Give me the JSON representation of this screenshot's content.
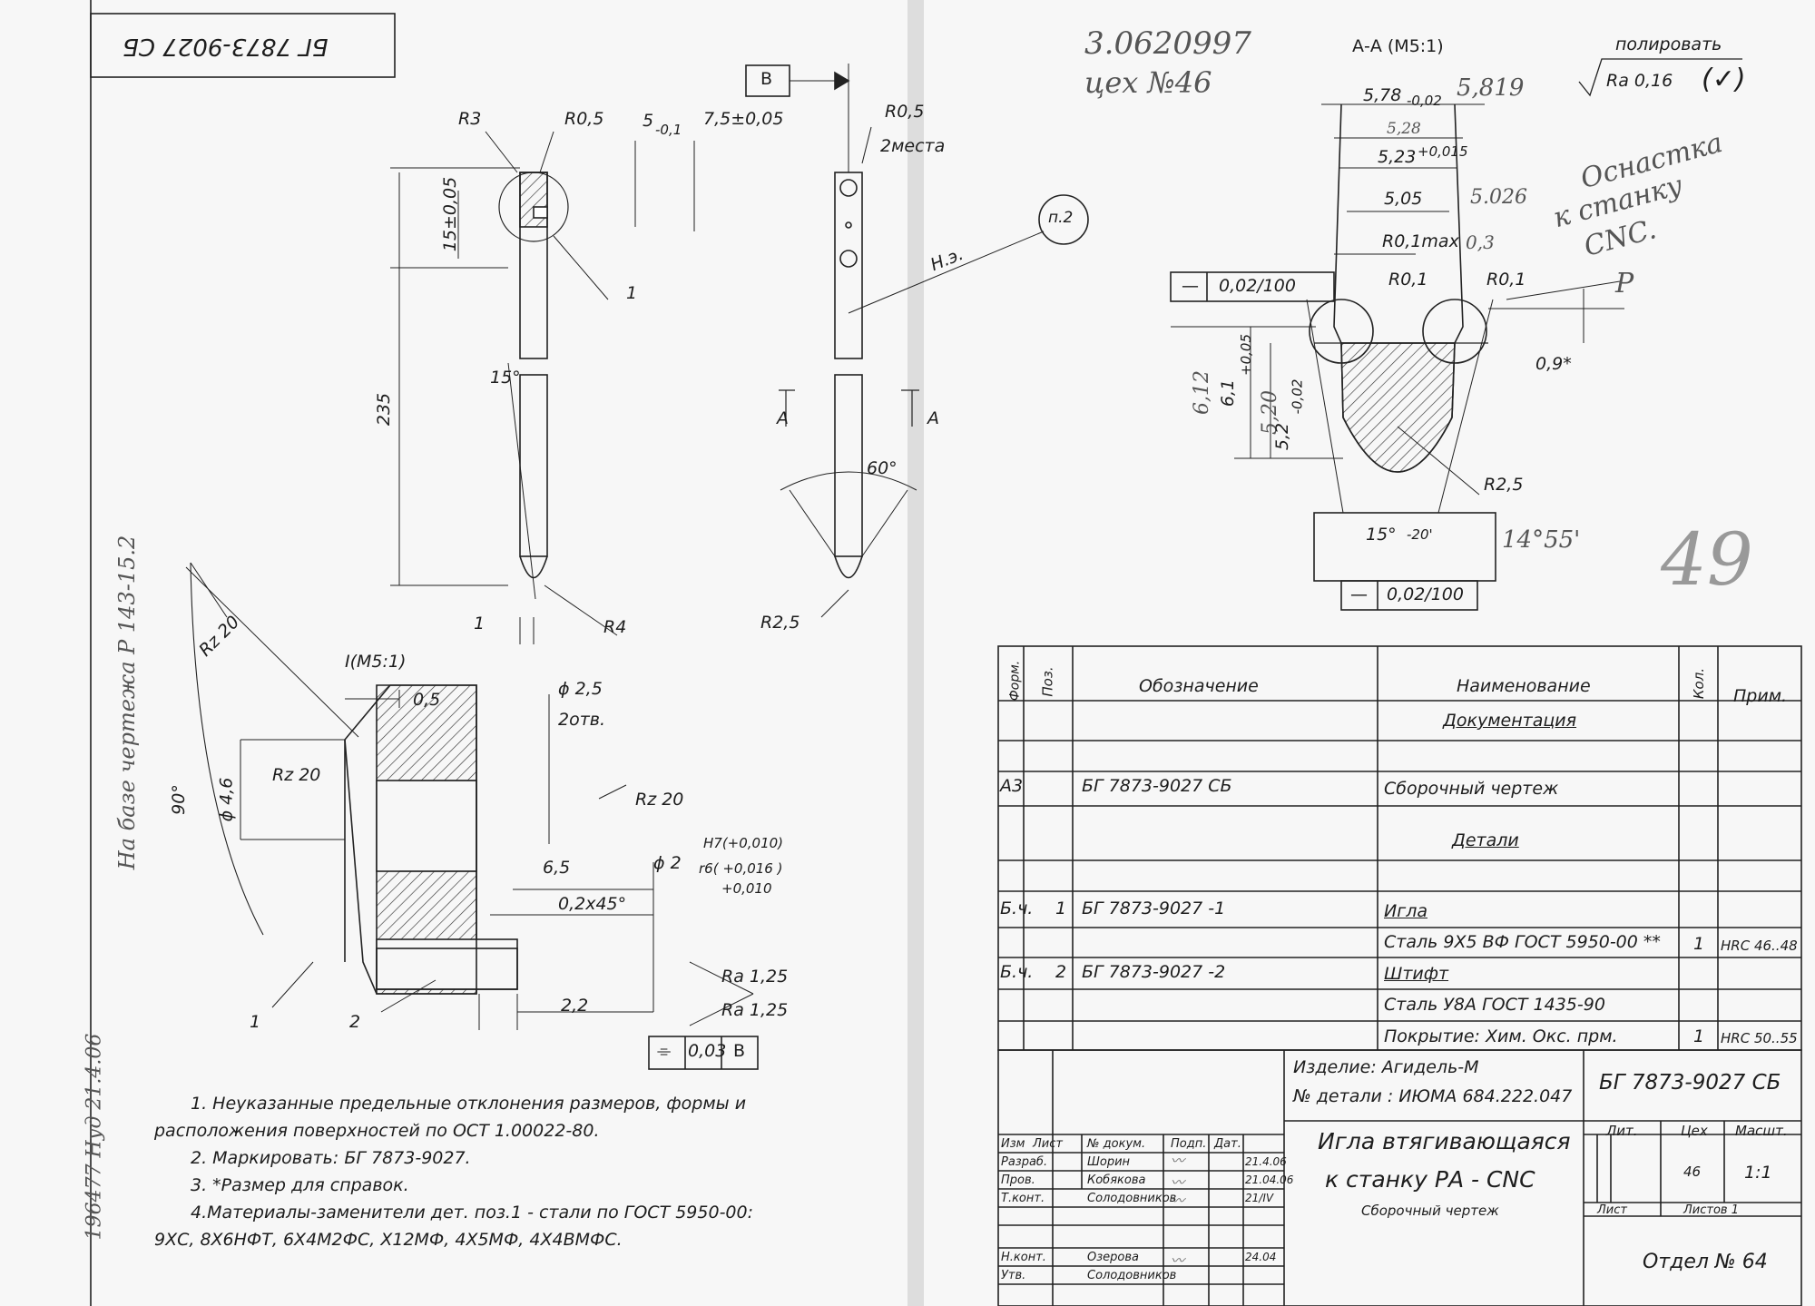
{
  "left_sheet": {
    "stamp_rotated": "БГ 7873-9027 СБ",
    "side_note": "На базе чертежа Р 143-15.2",
    "inv_number": "196477 Нуд 21.4.06",
    "main_view": {
      "r3": "R3",
      "r05": "R0,5",
      "dim_5": "5",
      "dim_5_tol": "-0,1",
      "dim_75": "7,5±0,05",
      "dim_15": "15±0,05",
      "dim_235": "235",
      "angle_15": "15°",
      "dim_1": "1",
      "r4": "R4",
      "leader_1": "1"
    },
    "side_view": {
      "datum_b": "В",
      "r05": "R0,5",
      "places": "2места",
      "n_e": "Н.э.",
      "note_ref": "п.2",
      "section_a": "А",
      "angle_60": "60°",
      "r25": "R2,5"
    },
    "detail_i": {
      "title": "I(M5:1)",
      "rz20_top": "Rz 20",
      "dim_05": "0,5",
      "dia_25": "ϕ 2,5",
      "holes": "2отв.",
      "rz20_left": "Rz 20",
      "rz20_right": "Rz 20",
      "angle_90": "90°",
      "dia_46": "ϕ 4,6",
      "dia_2": "ϕ 2",
      "fit_h7": "H7(+0,010)",
      "fit_r6": "r6( +0,016 )",
      "fit_r6_low": "+0,010",
      "dim_65": "6,5",
      "chamfer": "0,2x45°",
      "dim_22": "2,2",
      "ra_1": "Ra 1,25",
      "ra_2": "Ra 1,25",
      "tol_sym": "⌯",
      "tol_val": "0,03",
      "tol_datum": "В",
      "pos1": "1",
      "pos2": "2"
    },
    "notes": [
      "1. Неуказанные предельные отклонения размеров, формы и",
      "расположения поверхностей по ОСТ 1.00022-80.",
      "2. Маркировать: БГ 7873-9027.",
      "3. *Размер для справок.",
      "4.Материалы-заменители дет. поз.1 - стали по ГОСТ 5950-00:",
      "9ХС, 8Х6НФТ, 6Х4М2ФС, Х12МФ, 4Х5МФ, 4Х4ВМФС."
    ]
  },
  "right_sheet": {
    "handwritten_code": "3.0620997",
    "handwritten_shop": "цех №46",
    "section_title": "А-А (М5:1)",
    "polish": "полировать",
    "ra_polish": "Ra 0,16",
    "ra_check": "(✓)",
    "dims": {
      "w578": "5,78",
      "w578_tol": "-0,02",
      "w578_hand": "5,819",
      "w528_hand": "5,28",
      "w523": "5,23",
      "w523_tol": "+0,015",
      "w505": "5,05",
      "w505_hand": "5.026",
      "r01max": "R0,1max",
      "r01max_hand": "0,3",
      "r01_left": "R0,1",
      "r01_right": "R0,1",
      "flat_top": "0,02/100",
      "flat_bottom": "0,02/100",
      "h09": "0,9*",
      "h61": "6,1",
      "h61_tol": "+0,05",
      "h61_hand": "6,12",
      "h52": "5,2",
      "h52_tol": "-0,02",
      "h52_hand": "5,20",
      "r25": "R2,5",
      "angle15": "15°",
      "angle15_tol": "-20'",
      "angle_hand": "14°55'"
    },
    "hand_note": [
      "Оснастка",
      "к станку",
      "CNC."
    ],
    "hand_p": "P",
    "big_hand": "49"
  },
  "spec_table": {
    "headers": [
      "Форм.",
      "Поз.",
      "Обозначение",
      "Наименование",
      "Кол.",
      "Прим."
    ],
    "rows": [
      {
        "form": "",
        "pos": "",
        "designation": "",
        "name": "Документация",
        "qty": "",
        "note": "",
        "underline": true
      },
      {
        "form": "А3",
        "pos": "",
        "designation": "БГ 7873-9027  СБ",
        "name": "Сборочный чертеж",
        "qty": "",
        "note": ""
      },
      {
        "form": "",
        "pos": "",
        "designation": "",
        "name": "Детали",
        "qty": "",
        "note": "",
        "underline": true
      },
      {
        "form": "Б.ч.",
        "pos": "1",
        "designation": "БГ 7873-9027 -1",
        "name": "Игла",
        "qty": "",
        "note": ""
      },
      {
        "form": "",
        "pos": "",
        "designation": "",
        "name": "Сталь 9Х5 ВФ ГОСТ 5950-00 **",
        "qty": "1",
        "note": "HRC 46..48"
      },
      {
        "form": "Б.ч.",
        "pos": "2",
        "designation": "БГ 7873-9027 -2",
        "name": "Штифт",
        "qty": "",
        "note": ""
      },
      {
        "form": "",
        "pos": "",
        "designation": "",
        "name": "Сталь У8А ГОСТ 1435-90",
        "qty": "",
        "note": ""
      },
      {
        "form": "",
        "pos": "",
        "designation": "",
        "name": "Покрытие: Хим. Окс. прм.",
        "qty": "1",
        "note": "HRC 50..55"
      }
    ]
  },
  "title_block": {
    "product": "Изделие: Агидель-М",
    "part_no": "№ детали : ИЮМА 684.222.047",
    "doc_code": "БГ 7873-9027 СБ",
    "title_line1": "Игла втягивающаяся",
    "title_line2": "к станку РА - CNC",
    "doc_type": "Сборочный чертеж",
    "col_heads": [
      "Изм",
      "Лист",
      "№ докум.",
      "Подп.",
      "Дат."
    ],
    "roles": [
      {
        "role": "Разраб.",
        "name": "Шорин",
        "date": "21.4.06"
      },
      {
        "role": "Пров.",
        "name": "Кобякова",
        "date": "21.04.06"
      },
      {
        "role": "Т.конт.",
        "name": "Солодовников",
        "date": "21/IV"
      },
      {
        "role": "",
        "name": "",
        "date": ""
      },
      {
        "role": "Н.конт.",
        "name": "Озерова",
        "date": "24.04"
      },
      {
        "role": "Утв.",
        "name": "Солодовников",
        "date": ""
      }
    ],
    "lit_label": "Лит.",
    "shop_label": "Цех",
    "scale_label": "Масшт.",
    "shop_value": "46",
    "scale_value": "1:1",
    "sheet_label": "Лист",
    "sheets_label": "Листов 1",
    "dept": "Отдел № 64"
  }
}
